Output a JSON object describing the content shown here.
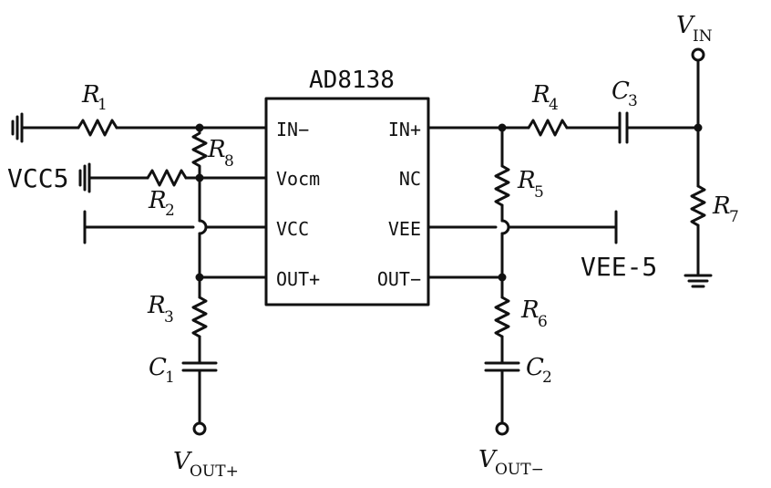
{
  "chip": {
    "name": "AD8138",
    "pins_left": [
      "IN−",
      "Vocm",
      "VCC",
      "OUT+"
    ],
    "pins_right": [
      "IN+",
      "NC",
      "VEE",
      "OUT−"
    ]
  },
  "resistors": [
    {
      "main": "R",
      "sub": "1"
    },
    {
      "main": "R",
      "sub": "2"
    },
    {
      "main": "R",
      "sub": "3"
    },
    {
      "main": "R",
      "sub": "4"
    },
    {
      "main": "R",
      "sub": "5"
    },
    {
      "main": "R",
      "sub": "6"
    },
    {
      "main": "R",
      "sub": "7"
    },
    {
      "main": "R",
      "sub": "8"
    }
  ],
  "capacitors": [
    {
      "main": "C",
      "sub": "1"
    },
    {
      "main": "C",
      "sub": "2"
    },
    {
      "main": "C",
      "sub": "3"
    }
  ],
  "ports": {
    "vin": {
      "main": "V",
      "sub": "IN"
    },
    "vout_pos": {
      "main": "V",
      "sub": "OUT+"
    },
    "vout_neg": {
      "main": "V",
      "sub": "OUT−"
    }
  },
  "rails": {
    "vcc5": "VCC5",
    "vee5": "VEE-5"
  }
}
